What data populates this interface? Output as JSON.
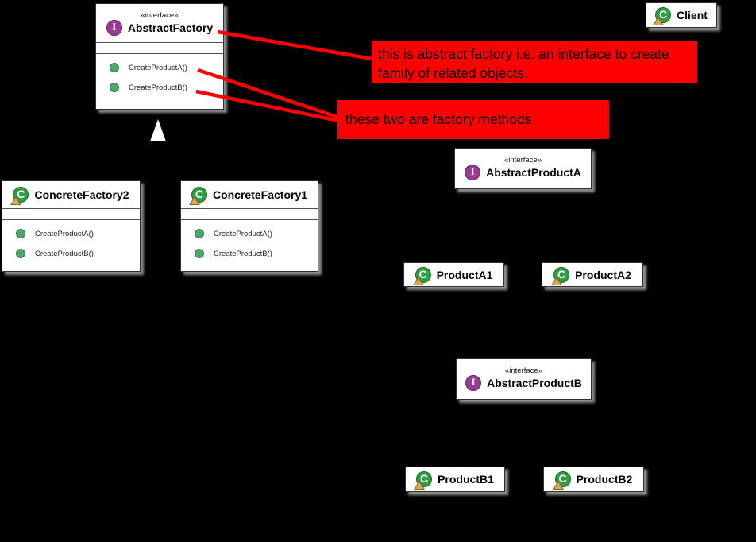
{
  "background": "#000000",
  "colors": {
    "annotation_red": "#ff0000",
    "class_icon_green": "#2f9e44",
    "interface_icon_purple": "#993a93",
    "method_dot_green": "#4ea66b",
    "box_background": "#ffffff",
    "box_shadow_gray": "#969696",
    "inheritance_triangle": "#ffffff"
  },
  "icons": {
    "class_letter": "C",
    "interface_letter": "I"
  },
  "classes": {
    "abstract_factory": {
      "stereotype": "«interface»",
      "name": "AbstractFactory",
      "methods": [
        "CreateProductA()",
        "CreateProductB()"
      ]
    },
    "client": {
      "name": "Client"
    },
    "concrete_factory2": {
      "name": "ConcreteFactory2",
      "methods": [
        "CreateProductA()",
        "CreateProductB()"
      ]
    },
    "concrete_factory1": {
      "name": "ConcreteFactory1",
      "methods": [
        "CreateProductA()",
        "CreateProductB()"
      ]
    },
    "abstract_product_a": {
      "stereotype": "«interface»",
      "name": "AbstractProductA"
    },
    "product_a1": {
      "name": "ProductA1"
    },
    "product_a2": {
      "name": "ProductA2"
    },
    "abstract_product_b": {
      "stereotype": "«interface»",
      "name": "AbstractProductB"
    },
    "product_b1": {
      "name": "ProductB1"
    },
    "product_b2": {
      "name": "ProductB2"
    }
  },
  "notes": {
    "note1": "this is abstract factory i.e. an interface to create family of related objects.",
    "note2": "these two are factory methods"
  }
}
